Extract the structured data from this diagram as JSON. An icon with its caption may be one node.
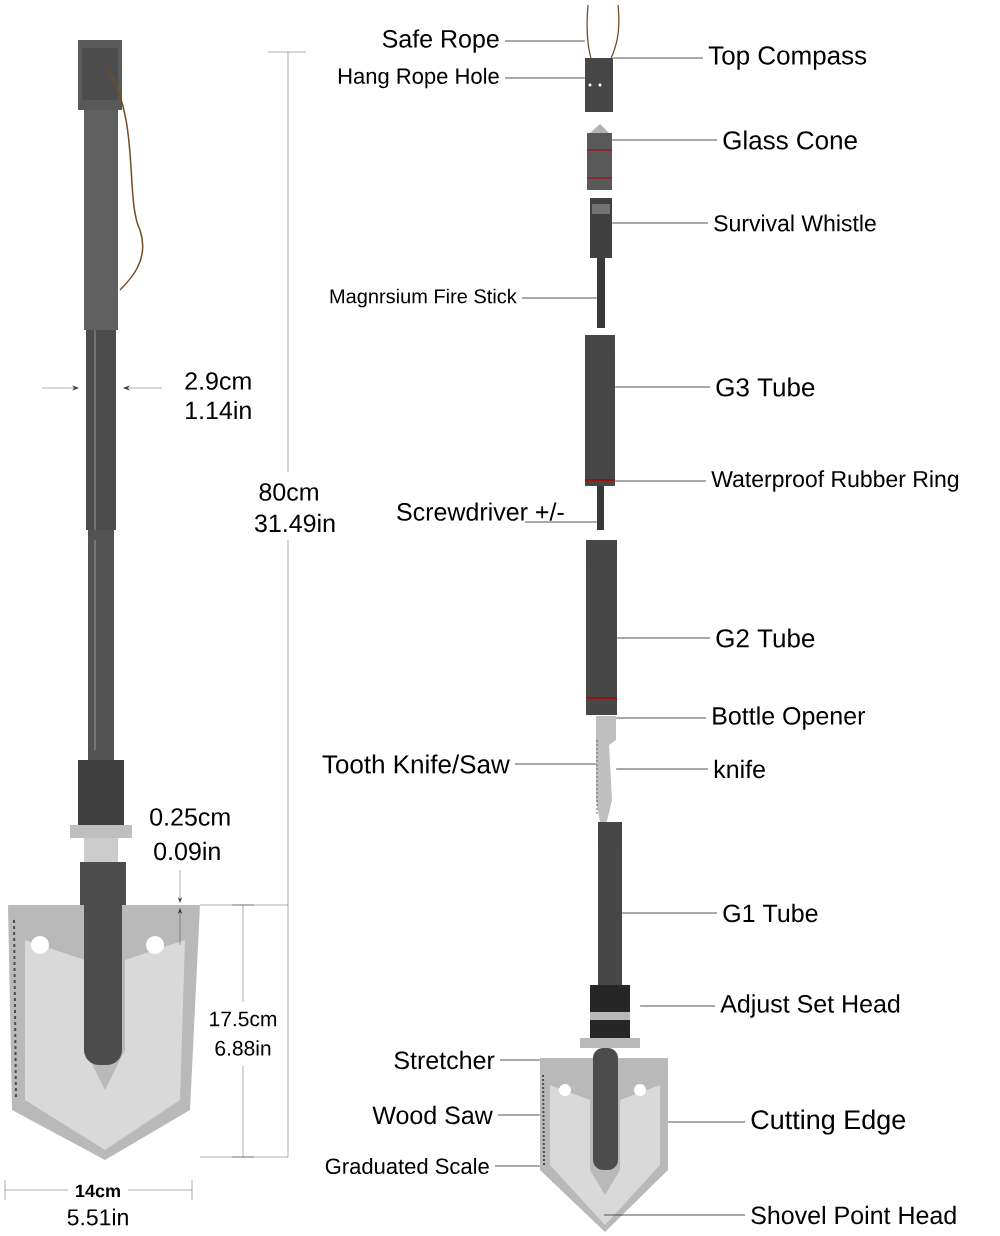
{
  "diagram": {
    "nodes": [
      {
        "text": [
          "Safe Rope"
        ]
      },
      {
        "text": [
          "Top Compass"
        ]
      },
      {
        "text": [
          "Hang Rope Hole"
        ]
      },
      {
        "text": [
          "Glass Cone"
        ]
      },
      {
        "text": [
          "Survival Whistle"
        ]
      },
      {
        "text": [
          "Magnrsium Fire Stick"
        ]
      },
      {
        "text": [
          "G3 Tube"
        ]
      },
      {
        "text": [
          "Waterproof Rubber Ring"
        ]
      },
      {
        "text": [
          "Screwdriver +/-"
        ]
      },
      {
        "text": [
          "G2 Tube"
        ]
      },
      {
        "text": [
          "Bottle Opener"
        ]
      },
      {
        "text": [
          "Tooth Knife/Saw"
        ]
      },
      {
        "text": [
          "knife"
        ]
      },
      {
        "text": [
          "G1 Tube"
        ]
      },
      {
        "text": [
          "Adjust Set Head"
        ]
      },
      {
        "text": [
          "Stretcher"
        ]
      },
      {
        "text": [
          "Wood Saw"
        ]
      },
      {
        "text": [
          "Cutting Edge"
        ]
      },
      {
        "text": [
          "Graduated Scale"
        ]
      },
      {
        "text": [
          "Shovel Point Head"
        ]
      },
      {
        "text": [],
        "shape": "picture"
      },
      {
        "text": [],
        "shape": "cylinder"
      },
      {
        "text": [],
        "shape": "picture"
      },
      {
        "text": [],
        "shape": "picture"
      },
      {
        "text": [],
        "shape": "bar"
      },
      {
        "text": [],
        "shape": "cylinder"
      },
      {
        "text": [],
        "shape": "bar"
      },
      {
        "text": [],
        "shape": "cylinder"
      },
      {
        "text": [],
        "shape": "picture"
      },
      {
        "text": [],
        "shape": "cylinder"
      },
      {
        "text": [],
        "shape": "picture"
      },
      {
        "text": [],
        "shape": "picture"
      }
    ],
    "edges": [
      {
        "from": 0,
        "to": 20,
        "arrow": "none"
      },
      {
        "from": 1,
        "to": 21,
        "arrow": "none"
      },
      {
        "from": 2,
        "to": 21,
        "arrow": "none"
      },
      {
        "from": 3,
        "to": 22,
        "arrow": "none"
      },
      {
        "from": 4,
        "to": 23,
        "arrow": "none"
      },
      {
        "from": 5,
        "to": 24,
        "arrow": "none"
      },
      {
        "from": 6,
        "to": 25,
        "arrow": "none"
      },
      {
        "from": 7,
        "to": 25,
        "arrow": "none"
      },
      {
        "from": 8,
        "to": 26,
        "arrow": "none"
      },
      {
        "from": 9,
        "to": 27,
        "arrow": "none"
      },
      {
        "from": 10,
        "to": 28,
        "arrow": "none"
      },
      {
        "from": 11,
        "to": 28,
        "arrow": "none"
      },
      {
        "from": 12,
        "to": 28,
        "arrow": "none"
      },
      {
        "from": 13,
        "to": 29,
        "arrow": "none"
      },
      {
        "from": 14,
        "to": 30,
        "arrow": "none"
      },
      {
        "from": 15,
        "to": 31,
        "arrow": "none"
      },
      {
        "from": 16,
        "to": 31,
        "arrow": "none"
      },
      {
        "from": 17,
        "to": 31,
        "arrow": "none"
      },
      {
        "from": 18,
        "to": 31,
        "arrow": "none"
      },
      {
        "from": 19,
        "to": 31,
        "arrow": "none"
      }
    ],
    "labels": [
      "2.9cm",
      "1.14in",
      "80cm",
      "31.49in",
      "0.25cm",
      "0.09in",
      "17.5cm",
      "6.88in",
      "14cm",
      "5.51in"
    ]
  }
}
